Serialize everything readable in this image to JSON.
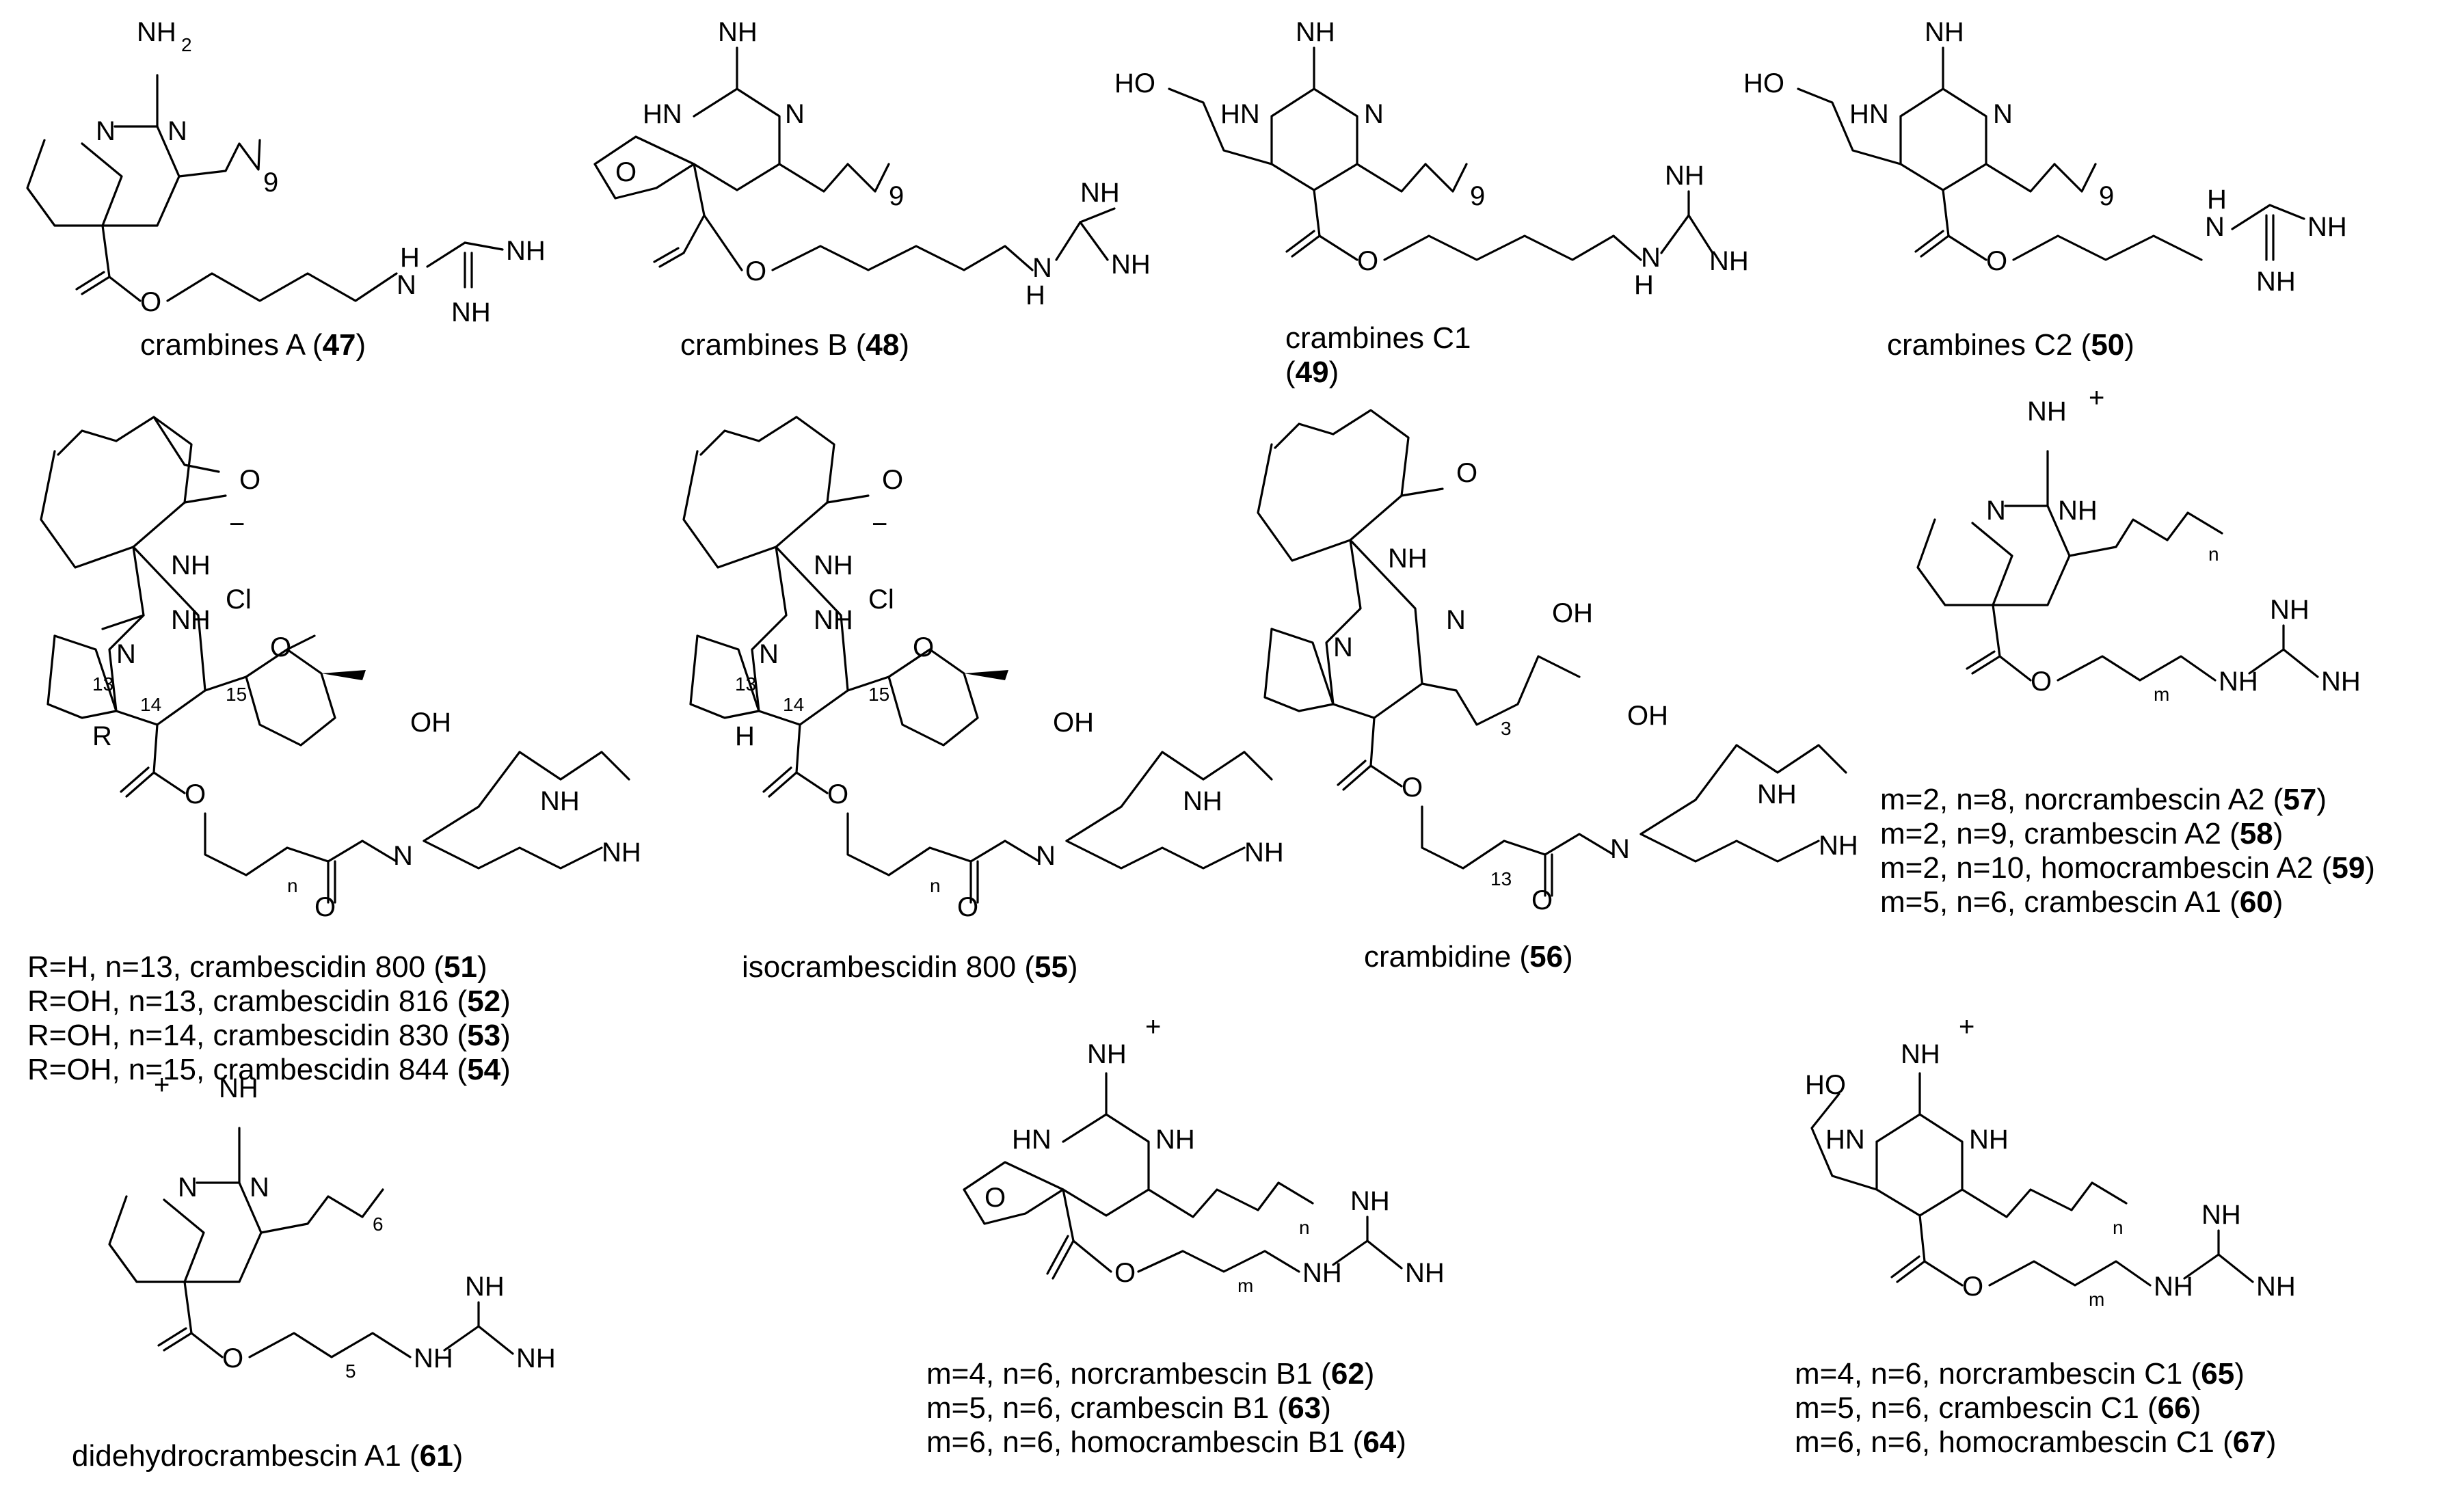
{
  "compounds": [
    {
      "name": "crambines A (",
      "num": "47",
      "close": ")"
    },
    {
      "name": "crambines B (",
      "num": "48",
      "close": ")"
    },
    {
      "name": "crambines C1",
      "num": "49",
      "close": ")",
      "open": "("
    },
    {
      "name": "crambines C2 (",
      "num": "50",
      "close": ")"
    },
    {
      "name": "isocrambescidin 800 (",
      "num": "55",
      "close": ")"
    },
    {
      "name": "crambidine (",
      "num": "56",
      "close": ")"
    },
    {
      "name": "didehydrocrambescin A1 (",
      "num": "61",
      "close": ")"
    }
  ],
  "series_51_54": [
    {
      "label": "R=H, n=13, crambescidin 800 (",
      "num": "51",
      "close": ")"
    },
    {
      "label": "R=OH, n=13, crambescidin 816 (",
      "num": "52",
      "close": ")"
    },
    {
      "label": "R=OH, n=14, crambescidin 830 (",
      "num": "53",
      "close": ")"
    },
    {
      "label": "R=OH, n=15, crambescidin 844 (",
      "num": "54",
      "close": ")"
    }
  ],
  "series_57_60": [
    {
      "label": "m=2, n=8, norcrambescin A2 (",
      "num": "57",
      "close": ")"
    },
    {
      "label": "m=2, n=9, crambescin A2 (",
      "num": "58",
      "close": ")"
    },
    {
      "label": "m=2, n=10, homocrambescin A2 (",
      "num": "59",
      "close": ")"
    },
    {
      "label": "m=5, n=6, crambescin A1 (",
      "num": "60",
      "close": ")"
    }
  ],
  "series_62_64": [
    {
      "label": "m=4, n=6, norcrambescin B1 (",
      "num": "62",
      "close": ")"
    },
    {
      "label": "m=5, n=6, crambescin B1 (",
      "num": "63",
      "close": ")"
    },
    {
      "label": "m=6, n=6, homocrambescin B1 (",
      "num": "64",
      "close": ")"
    }
  ],
  "series_65_67": [
    {
      "label": "m=4, n=6, norcrambescin C1 (",
      "num": "65",
      "close": ")"
    },
    {
      "label": "m=5, n=6, crambescin C1 (",
      "num": "66",
      "close": ")"
    },
    {
      "label": "m=6, n=6, homocrambescin C1 (",
      "num": "67",
      "close": ")"
    }
  ],
  "atoms": {
    "nh2": "NH",
    "two": "2",
    "n": "N",
    "nh": "NH",
    "hn": "HN",
    "h": "H",
    "o": "O",
    "ho": "HO",
    "oh": "OH",
    "cl": "Cl",
    "r": "R",
    "plus": "+",
    "minus": "−",
    "sub9": "9",
    "sub3": "3",
    "sub5": "5",
    "sub6": "6",
    "sub13": "13",
    "subn": "n",
    "subm": "m",
    "loc13": "13",
    "loc14": "14",
    "loc15": "15"
  }
}
